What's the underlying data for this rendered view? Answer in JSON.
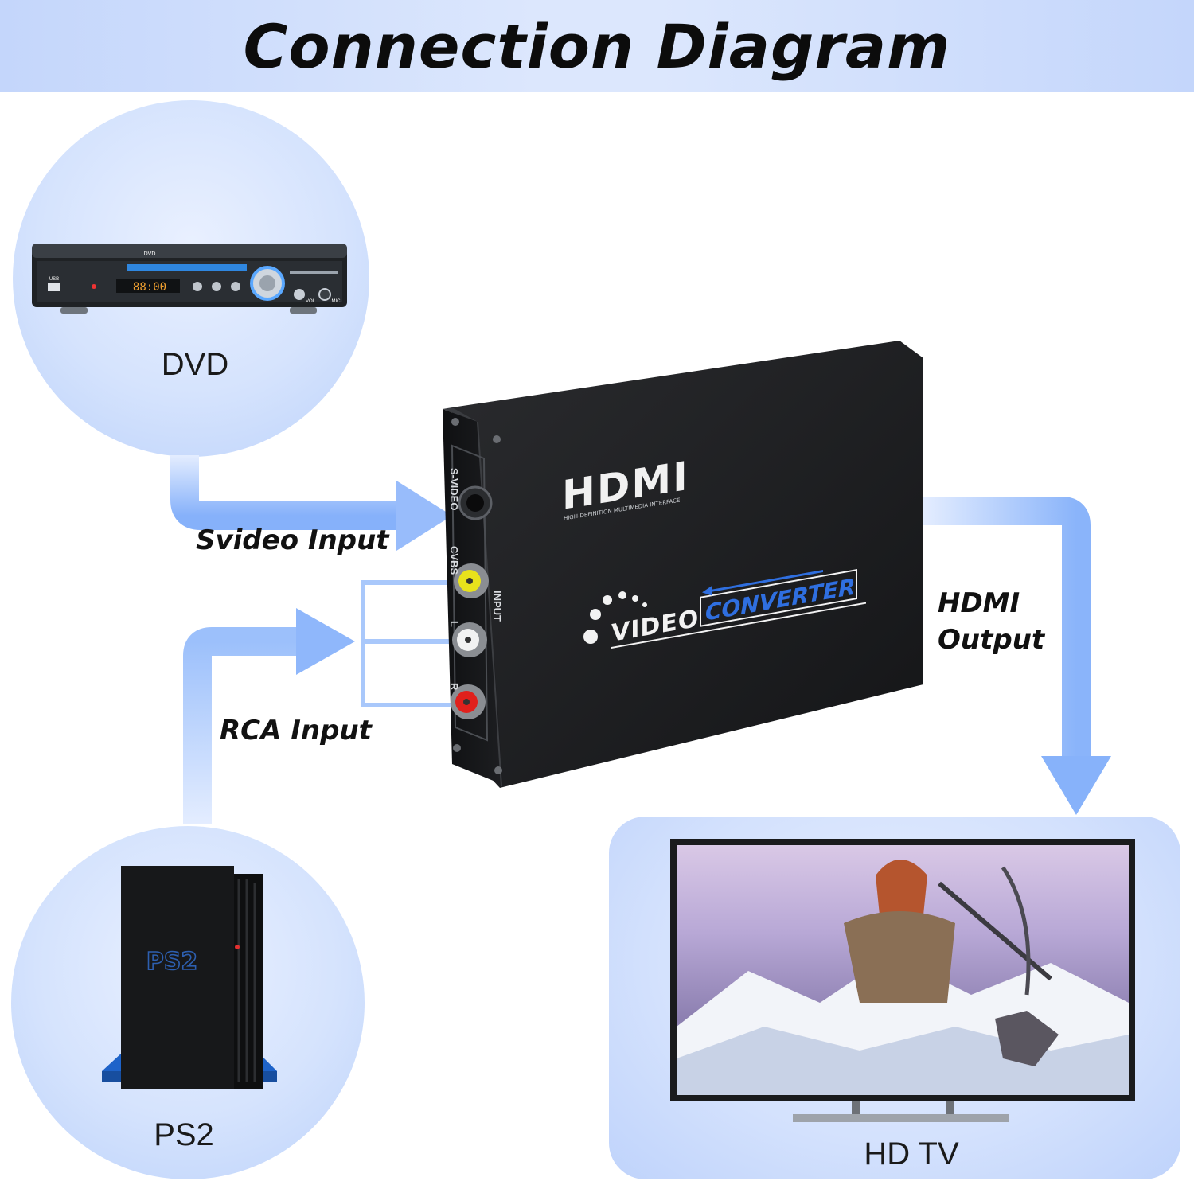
{
  "header": {
    "title": "Connection Diagram"
  },
  "devices": {
    "dvd": {
      "label": "DVD"
    },
    "ps2": {
      "label": "PS2"
    },
    "tv": {
      "label": "HD TV"
    }
  },
  "connections": {
    "svideo": "Svideo Input",
    "rca": "RCA Input",
    "hdmi_line1": "HDMI",
    "hdmi_line2": "Output"
  },
  "dvd_player": {
    "brand": "DVD",
    "usb": "USB",
    "display": "88:00",
    "vol": "VOL",
    "mic": "MIC"
  },
  "converter": {
    "logo": "HDMI",
    "logo_tagline": "HIGH-DEFINITION MULTIMEDIA INTERFACE",
    "product_word1": "VIDEO",
    "product_word2": "CONVERTER",
    "port_svideo": "S-VIDEO",
    "port_cvbs": "CVBS",
    "port_input": "INPUT",
    "port_l": "L",
    "port_r": "R"
  },
  "ps2_console": {
    "logo": "PS2"
  },
  "colors": {
    "arrow": "#9fc0fb",
    "arrow_light": "#d9e6fe",
    "header_bg": "#c9daf9",
    "circle_bg": "#d5e3fd",
    "converter_body": "#1c1d1f",
    "converter_accent": "#2f6fe0"
  },
  "icons": {
    "dvd": "dvd-player-icon",
    "ps2": "ps2-console-icon",
    "tv": "hd-tv-icon",
    "converter": "video-converter-device"
  }
}
